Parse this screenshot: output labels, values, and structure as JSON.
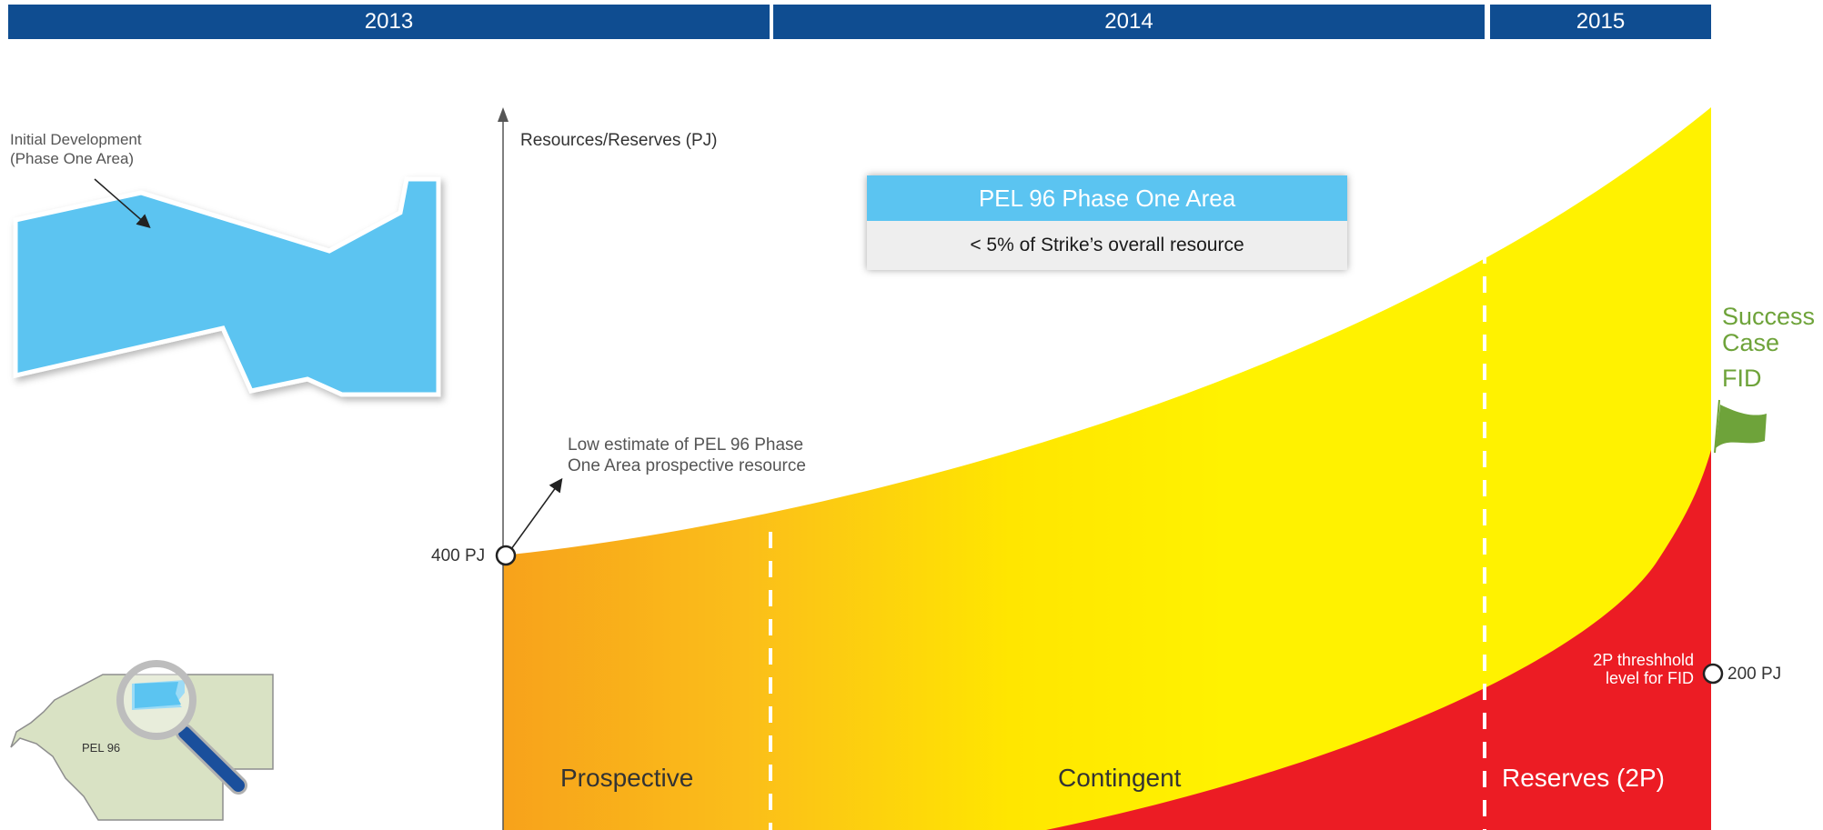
{
  "timeline": {
    "years": [
      "2013",
      "2014",
      "2015"
    ]
  },
  "callout": {
    "title": "PEL 96 Phase One Area",
    "subtitle": "< 5% of Strike’s overall resource"
  },
  "axis": {
    "y_label": "Resources/Reserves (PJ)",
    "start_value_label": "400 PJ"
  },
  "inset": {
    "label_line1": "Initial Development",
    "label_line2": "(Phase One Area)",
    "map_label": "PEL 96"
  },
  "annotation": {
    "line1": "Low estimate of PEL 96 Phase",
    "line2": "One Area prospective resource"
  },
  "phases": {
    "prospective": "Prospective",
    "contingent": "Contingent",
    "reserves": "Reserves (2P)"
  },
  "milestone": {
    "line1": "Success",
    "line2": "Case",
    "line3": "FID"
  },
  "threshold": {
    "line1": "2P threshhold",
    "line2": "level for FID",
    "value_label": "200 PJ"
  },
  "colors": {
    "year_bar": "#0f4d91",
    "phase_area": "#5bc4f1",
    "orange": "#f7a21b",
    "yellow": "#fff200",
    "red": "#ec1c24",
    "milestone_green": "#6ea33a"
  },
  "icons": [
    "arrow-up-icon",
    "magnifier-icon",
    "flag-icon"
  ]
}
